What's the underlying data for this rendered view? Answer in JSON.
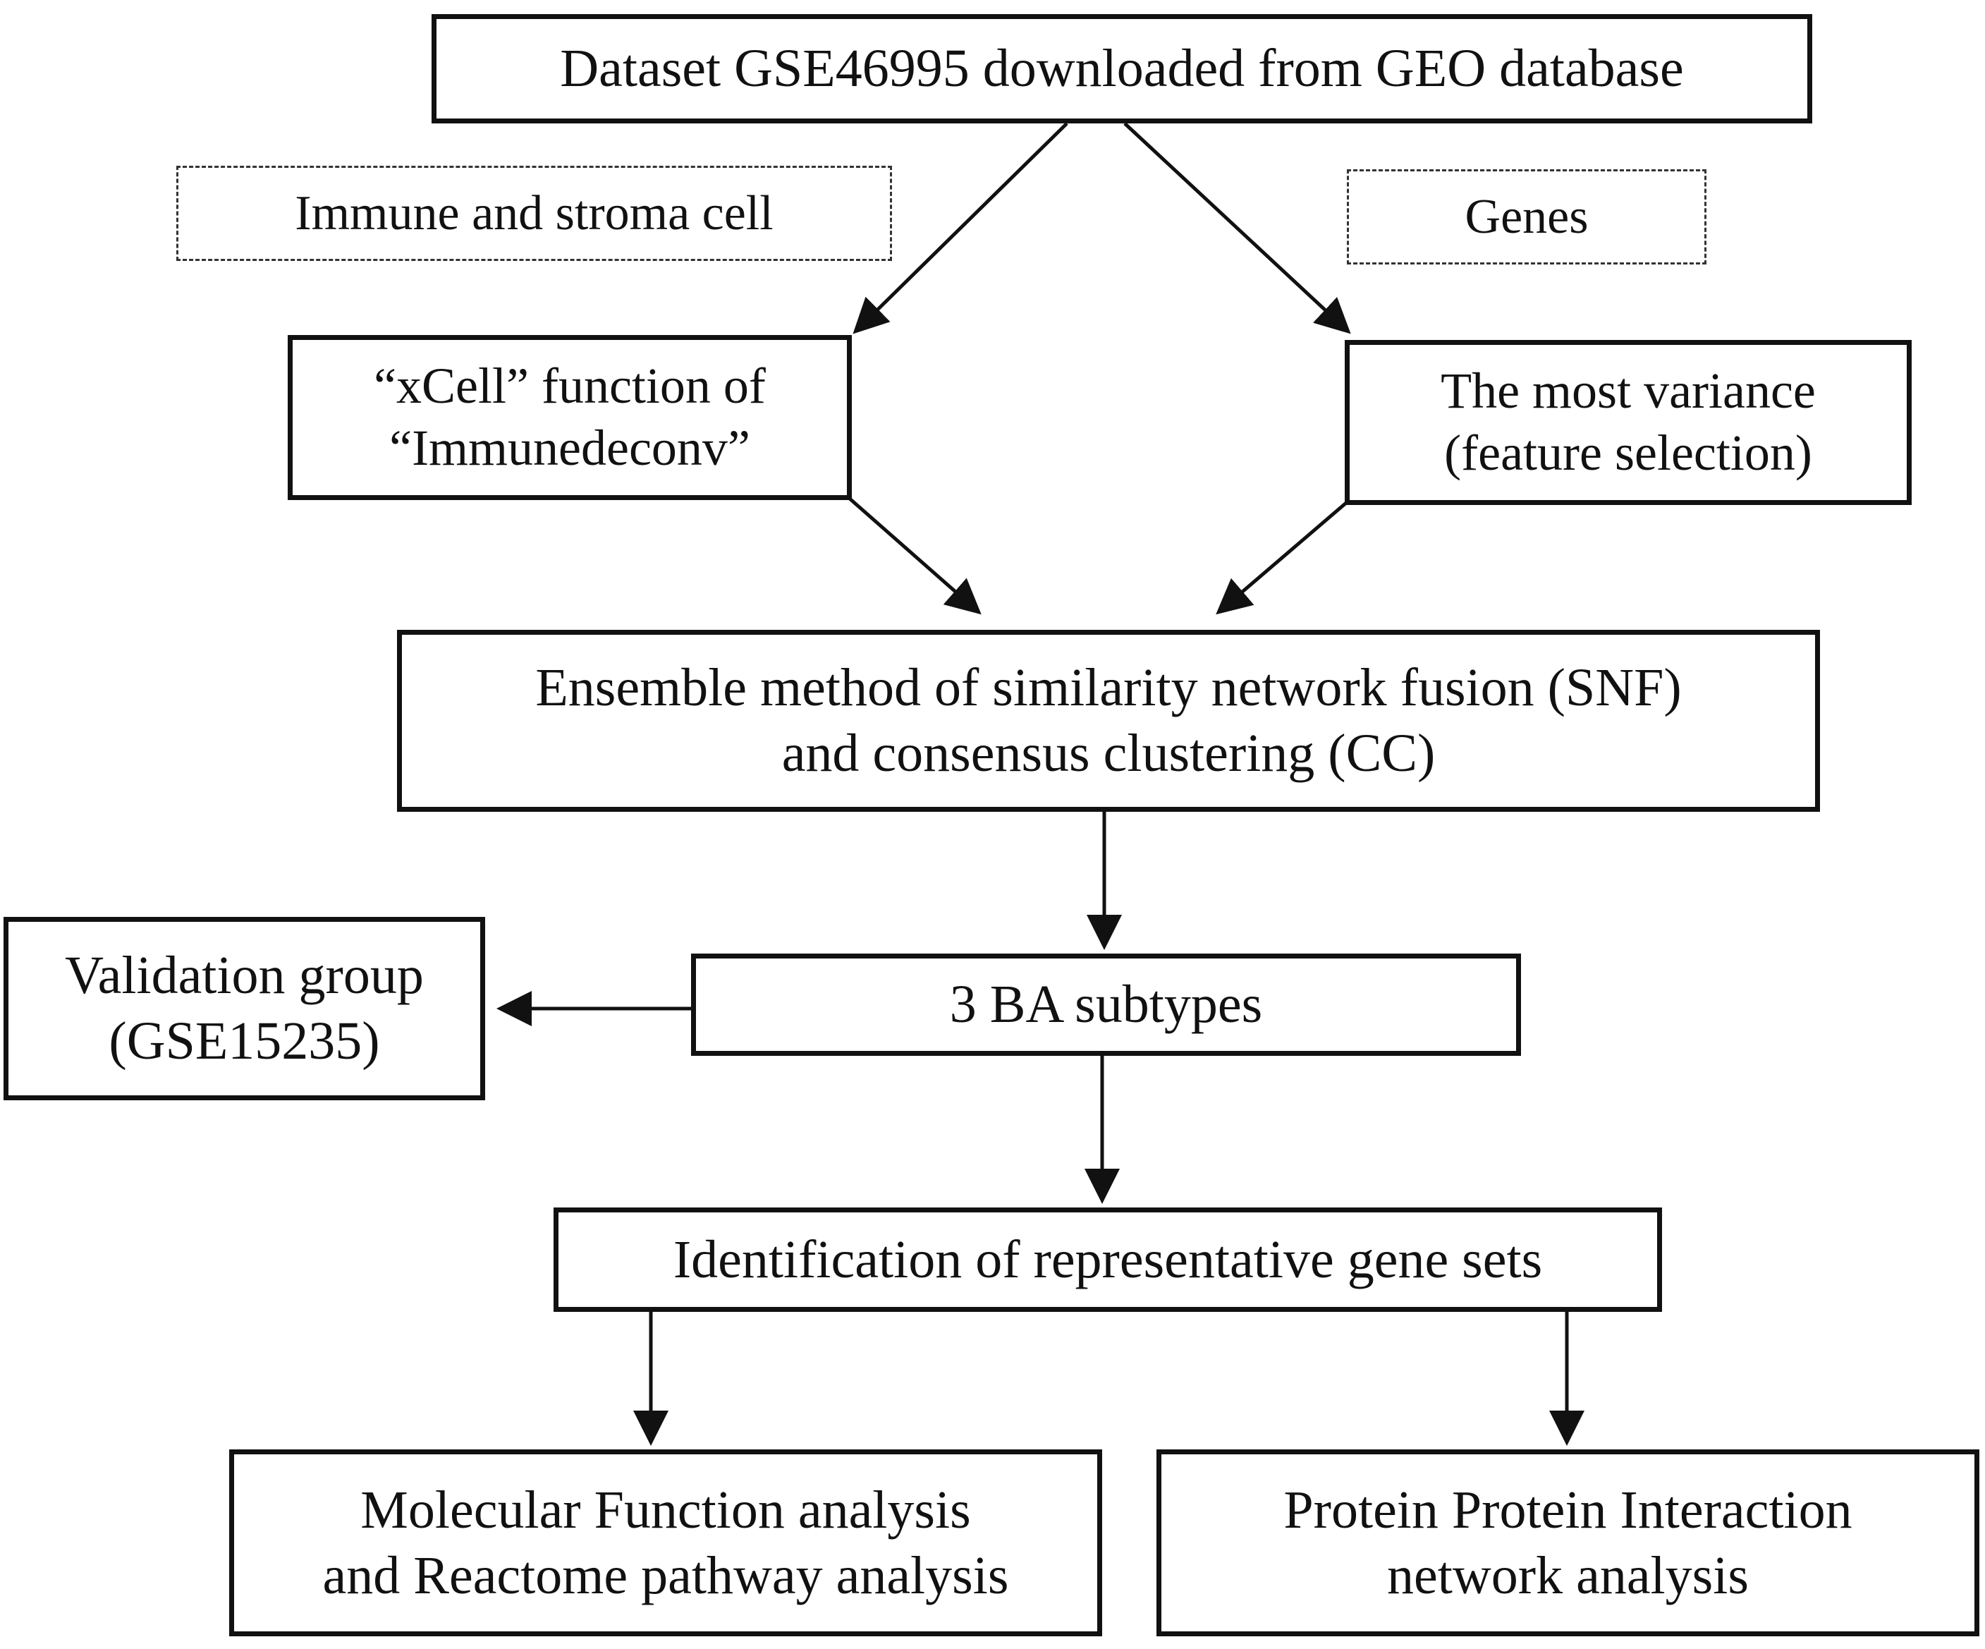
{
  "nodes": {
    "dataset": {
      "lines": [
        "Dataset GSE46995 downloaded from GEO database"
      ]
    },
    "immune_label": {
      "lines": [
        "Immune and stroma cell"
      ]
    },
    "genes_label": {
      "lines": [
        "Genes"
      ]
    },
    "xcell": {
      "lines": [
        "“xCell” function of",
        "“Immunedeconv”"
      ]
    },
    "variance": {
      "lines": [
        "The most variance",
        "(feature selection)"
      ]
    },
    "ensemble": {
      "lines": [
        "Ensemble method of similarity network fusion (SNF)",
        "and  consensus clustering (CC)"
      ]
    },
    "validation": {
      "lines": [
        "Validation group",
        "(GSE15235)"
      ]
    },
    "subtypes": {
      "lines": [
        "3 BA subtypes"
      ]
    },
    "identification": {
      "lines": [
        "Identification of  representative gene sets"
      ]
    },
    "molecular": {
      "lines": [
        "Molecular Function analysis",
        "and Reactome pathway analysis"
      ]
    },
    "ppi": {
      "lines": [
        "Protein Protein Interaction",
        "network analysis"
      ]
    }
  },
  "edges": [
    {
      "from": "dataset",
      "to": "xcell"
    },
    {
      "from": "dataset",
      "to": "variance"
    },
    {
      "from": "xcell",
      "to": "ensemble"
    },
    {
      "from": "variance",
      "to": "ensemble"
    },
    {
      "from": "ensemble",
      "to": "subtypes"
    },
    {
      "from": "subtypes",
      "to": "validation"
    },
    {
      "from": "subtypes",
      "to": "identification"
    },
    {
      "from": "identification",
      "to": "molecular"
    },
    {
      "from": "identification",
      "to": "ppi"
    }
  ],
  "colors": {
    "stroke": "#111111",
    "dashed_border": "#333333",
    "background": "#ffffff"
  }
}
